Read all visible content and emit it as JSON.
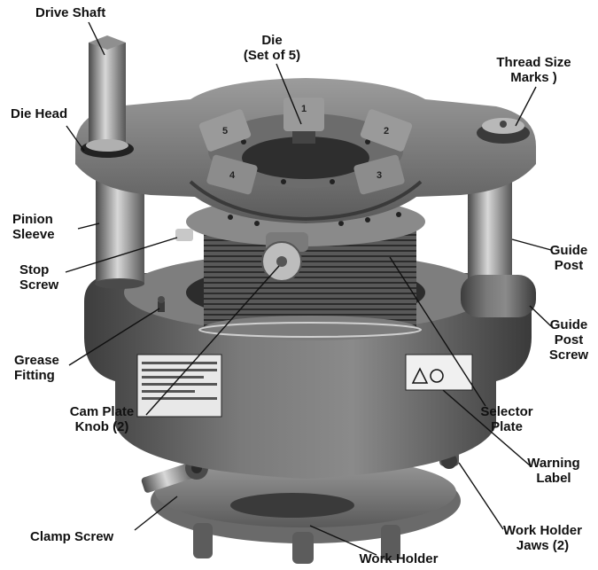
{
  "labels": {
    "drive_shaft": [
      "Drive Shaft"
    ],
    "die": [
      "Die",
      "(Set of 5)"
    ],
    "thread_size_marks": [
      "Thread Size",
      "Marks )"
    ],
    "die_head": [
      "Die Head"
    ],
    "pinion_sleeve": [
      "Pinion",
      "Sleeve"
    ],
    "stop_screw": [
      "Stop",
      "Screw"
    ],
    "guide_post": [
      "Guide",
      "Post"
    ],
    "guide_post_screw": [
      "Guide",
      "Post",
      "Screw"
    ],
    "grease_fitting": [
      "Grease",
      "Fitting"
    ],
    "cam_plate_knob": [
      "Cam Plate",
      "Knob (2)"
    ],
    "selector_plate": [
      "Selector",
      "Plate"
    ],
    "warning_label": [
      "Warning",
      "Label"
    ],
    "clamp_screw": [
      "Clamp Screw"
    ],
    "work_holder_jaws": [
      "Work Holder",
      "Jaws (2)"
    ],
    "work_holder": [
      "Work Holder"
    ]
  },
  "die_marks": [
    "1",
    "2",
    "3",
    "4",
    "5"
  ]
}
